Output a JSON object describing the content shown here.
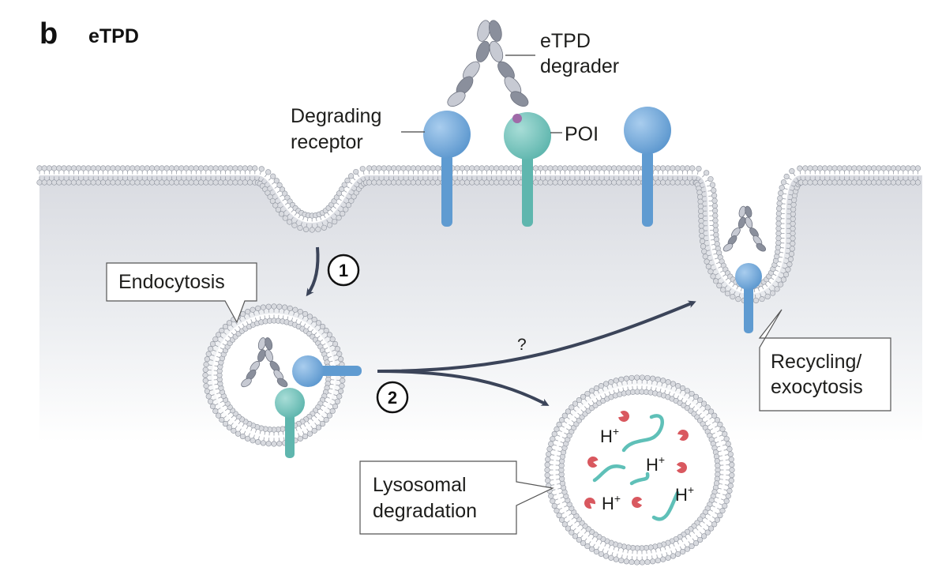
{
  "panel": {
    "letter": "b",
    "title": "eTPD"
  },
  "labels": {
    "degrader_line1": "eTPD",
    "degrader_line2": "degrader",
    "receptor_line1": "Degrading",
    "receptor_line2": "receptor",
    "poi": "POI",
    "endocytosis": "Endocytosis",
    "recycling_line1": "Recycling/",
    "recycling_line2": "exocytosis",
    "lysosomal_line1": "Lysosomal",
    "lysosomal_line2": "degradation",
    "question": "?",
    "proton_base": "H",
    "proton_sup": "+"
  },
  "steps": [
    "1",
    "2"
  ],
  "colors": {
    "receptor": "#7aaed9",
    "receptor_dark": "#4f8dc4",
    "poi": "#7cc7c0",
    "poi_dark": "#4eaaa2",
    "antibody_light": "#c7cad3",
    "antibody_dark": "#8a8f9c",
    "cytoplasm": "#e7e8ec",
    "arrow": "#3b4459",
    "enzyme": "#d9585f",
    "peptide": "#5fc0b8",
    "membrane_head": "#d8dadf",
    "membrane_tail": "#9a9ea8"
  }
}
